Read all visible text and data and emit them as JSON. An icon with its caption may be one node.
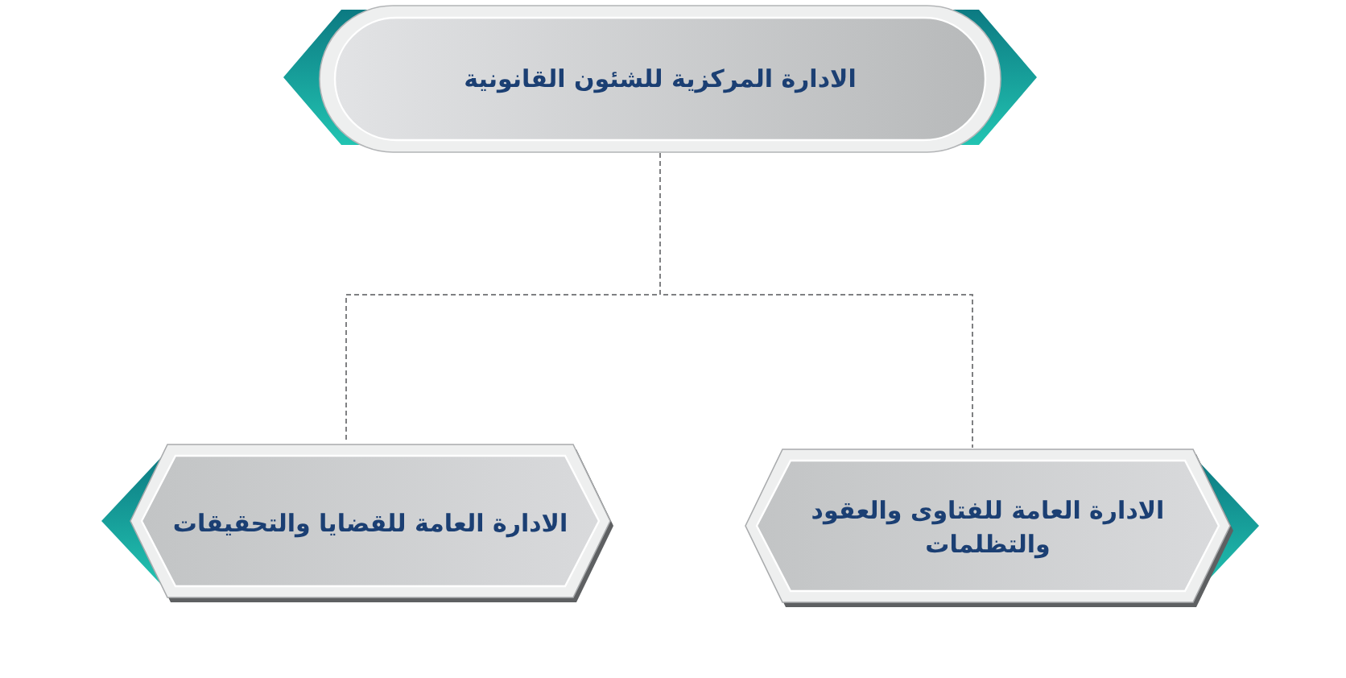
{
  "diagram": {
    "nodes": [
      {
        "text": [
          "الادارة المركزية للشئون القانونية"
        ]
      },
      {
        "text": [
          "الادارة العامة للفتاوى والعقود والتظلمات"
        ]
      },
      {
        "text": [
          "الادارة العامة للقضايا والتحقيقات"
        ]
      }
    ],
    "edges": [
      {
        "from": 0,
        "to": 1,
        "arrow": "none",
        "style": "dashed"
      },
      {
        "from": 0,
        "to": 2,
        "arrow": "none",
        "style": "dashed"
      }
    ]
  }
}
